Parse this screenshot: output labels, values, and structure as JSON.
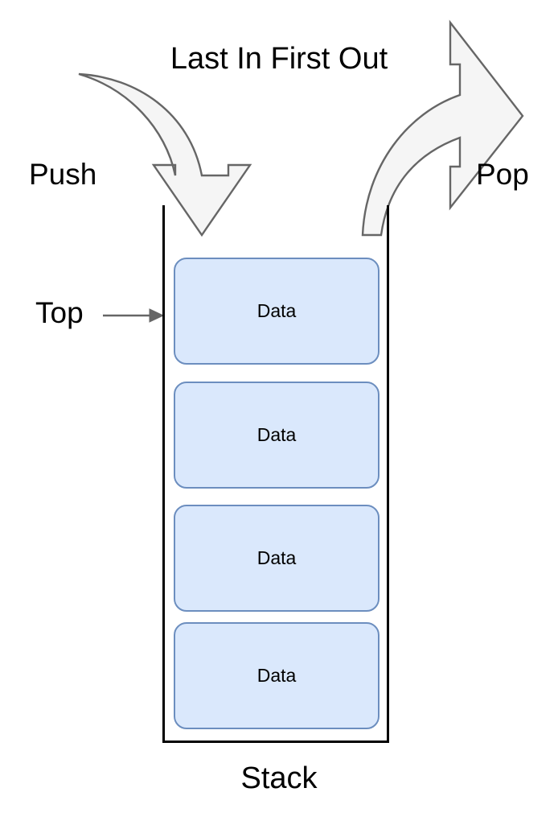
{
  "diagram": {
    "title": "Last In First Out",
    "bottom_caption": "Stack",
    "colors": {
      "cell_fill": "#dae8fc",
      "cell_stroke": "#6c8ebf",
      "arrow_fill": "#f5f5f5",
      "arrow_stroke": "#666666",
      "container_stroke": "#000000",
      "pointer_arrow": "#666666",
      "text": "#000000",
      "background": "#ffffff"
    },
    "labels": {
      "push": "Push",
      "pop": "Pop",
      "top": "Top"
    },
    "stack": {
      "caption": "Stack",
      "cells": [
        {
          "text": "Data"
        },
        {
          "text": "Data"
        },
        {
          "text": "Data"
        },
        {
          "text": "Data"
        }
      ]
    },
    "arrows": {
      "push": {
        "name": "push-arrow",
        "direction": "down",
        "from": "top-left",
        "to": "stack-top"
      },
      "pop": {
        "name": "pop-arrow",
        "direction": "right",
        "from": "stack-top",
        "to": "top-right"
      },
      "top_pointer": {
        "name": "top-pointer-arrow",
        "direction": "right"
      }
    }
  }
}
